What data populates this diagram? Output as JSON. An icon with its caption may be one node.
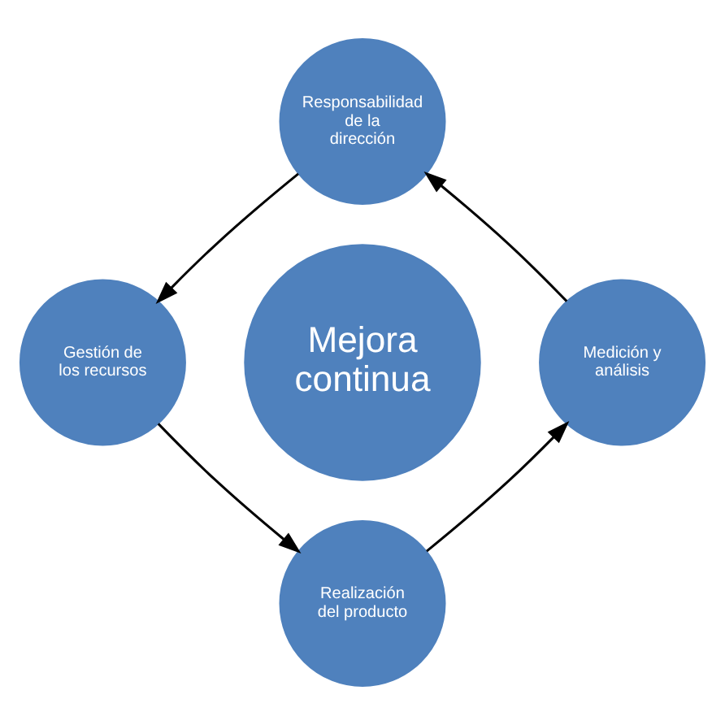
{
  "diagram": {
    "nodes": [
      {
        "text": [
          "Responsabilidad de la dirección"
        ]
      },
      {
        "text": [
          "Gestión de los recursos"
        ]
      },
      {
        "text": [
          "Mejora continua"
        ]
      },
      {
        "text": [
          "Medición y análisis"
        ]
      },
      {
        "text": [
          "Realización del producto"
        ]
      }
    ],
    "edges": [
      {
        "from": 0,
        "to": 1,
        "arrow": "to"
      },
      {
        "from": 1,
        "to": 4,
        "arrow": "to"
      },
      {
        "from": 4,
        "to": 3,
        "arrow": "to"
      },
      {
        "from": 3,
        "to": 0,
        "arrow": "to"
      }
    ]
  }
}
